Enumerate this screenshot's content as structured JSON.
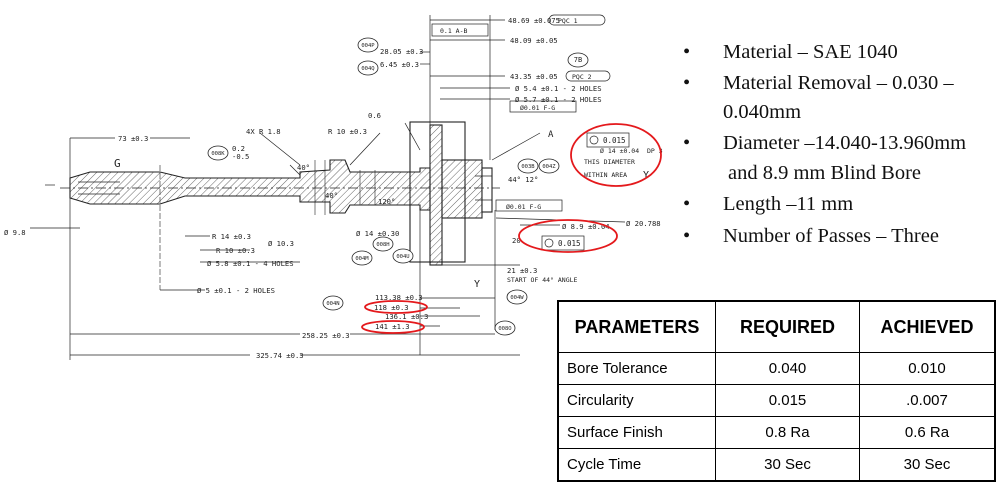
{
  "drawing": {
    "dims": {
      "d1": "48.69 ±0.075",
      "pqc1": "PQC 1",
      "fcf_top": "0.1 A-B",
      "d2": "48.09 ±0.05",
      "d3": "28.05 ±0.3",
      "d4": "6.45 ±0.3",
      "d5": "43.35 ±0.05",
      "pqc2": "PQC 2",
      "d6": "Ø 5.4 ±0.1 - 2 HOLES",
      "d7": "Ø 5.7 ±0.1 - 2 HOLES",
      "fcf_pos1": "Ø0.01 F-G",
      "d_06": "0.6",
      "d_4xr": "4X R 1.8",
      "d_r10a": "R 10 ±0.3",
      "d_a": "A",
      "d_73": "73 ±0.3",
      "d_g": "G",
      "d_02": "0.2",
      "d_05": "-0.5",
      "d_40a": "40°",
      "d_40b": "40°",
      "d_120": "120°",
      "d_44": "44° 12°",
      "d_dia14": "Ø 14 ±0.04",
      "dp3": "DP 3",
      "circ_top": "0.015",
      "note1": "THIS DIAMETER",
      "note2": "WITHIN AREA",
      "note_y": "Y",
      "fcf_pos2": "Ø0.01 F-G",
      "d_20788": "Ø 20.788",
      "d_89": "Ø 8.9 ±0.04",
      "d_20": "20",
      "circ_bot": "0.015",
      "d_98": "Ø 9.8",
      "d_r14": "R 14 ±0.3",
      "d_r10b": "R 10 ±0.3",
      "d_103": "Ø 10.3",
      "d_58": "Ø 5.8 ±0.1 - 4 HOLES",
      "d_14": "Ø 14 ±0.30",
      "d_21": "21 ±0.3",
      "note_start": "START OF 44° ANGLE",
      "d_y": "Y",
      "d_5": "Ø 5 ±0.1 - 2 HOLES",
      "d_11338": "113.38 ±0.3",
      "d_118": "118 ±0.3",
      "d_136": "136.1 ±0.3",
      "d_141": "141 ±1.3",
      "d_25825": "258.25 ±0.3",
      "d_32574": "325.74 ±0.3"
    },
    "balloons": {
      "b004p": "004P",
      "b004q": "004Q",
      "b7b": "7B",
      "b008k": "008K",
      "b003b": "003B",
      "b004z": "004Z",
      "b004m": "004M",
      "b008h": "008H",
      "b004u": "004U",
      "b004w": "004W",
      "b004n": "004N",
      "b008o": "008O",
      "b004m2": "004M"
    }
  },
  "bullets": [
    "Material – SAE 1040",
    "Material Removal – 0.030 –",
    "0.040mm",
    "Diameter –14.040-13.960mm",
    "and 8.9 mm Blind Bore",
    "Length –11 mm",
    "Number of Passes – Three"
  ],
  "bullet_glyph": "•",
  "table": {
    "headers": [
      "PARAMETERS",
      "REQUIRED",
      "ACHIEVED"
    ],
    "rows": [
      {
        "param": "Bore Tolerance",
        "required": "0.040",
        "achieved": "0.010"
      },
      {
        "param": "Circularity",
        "required": "0.015",
        "achieved": ".0.007"
      },
      {
        "param": "Surface Finish",
        "required": "0.8 Ra",
        "achieved": "0.6 Ra"
      },
      {
        "param": "Cycle Time",
        "required": "30 Sec",
        "achieved": "30 Sec"
      }
    ]
  },
  "colors": {
    "highlight": "#e4191c",
    "ink": "#222222",
    "hatch": "#555555"
  }
}
